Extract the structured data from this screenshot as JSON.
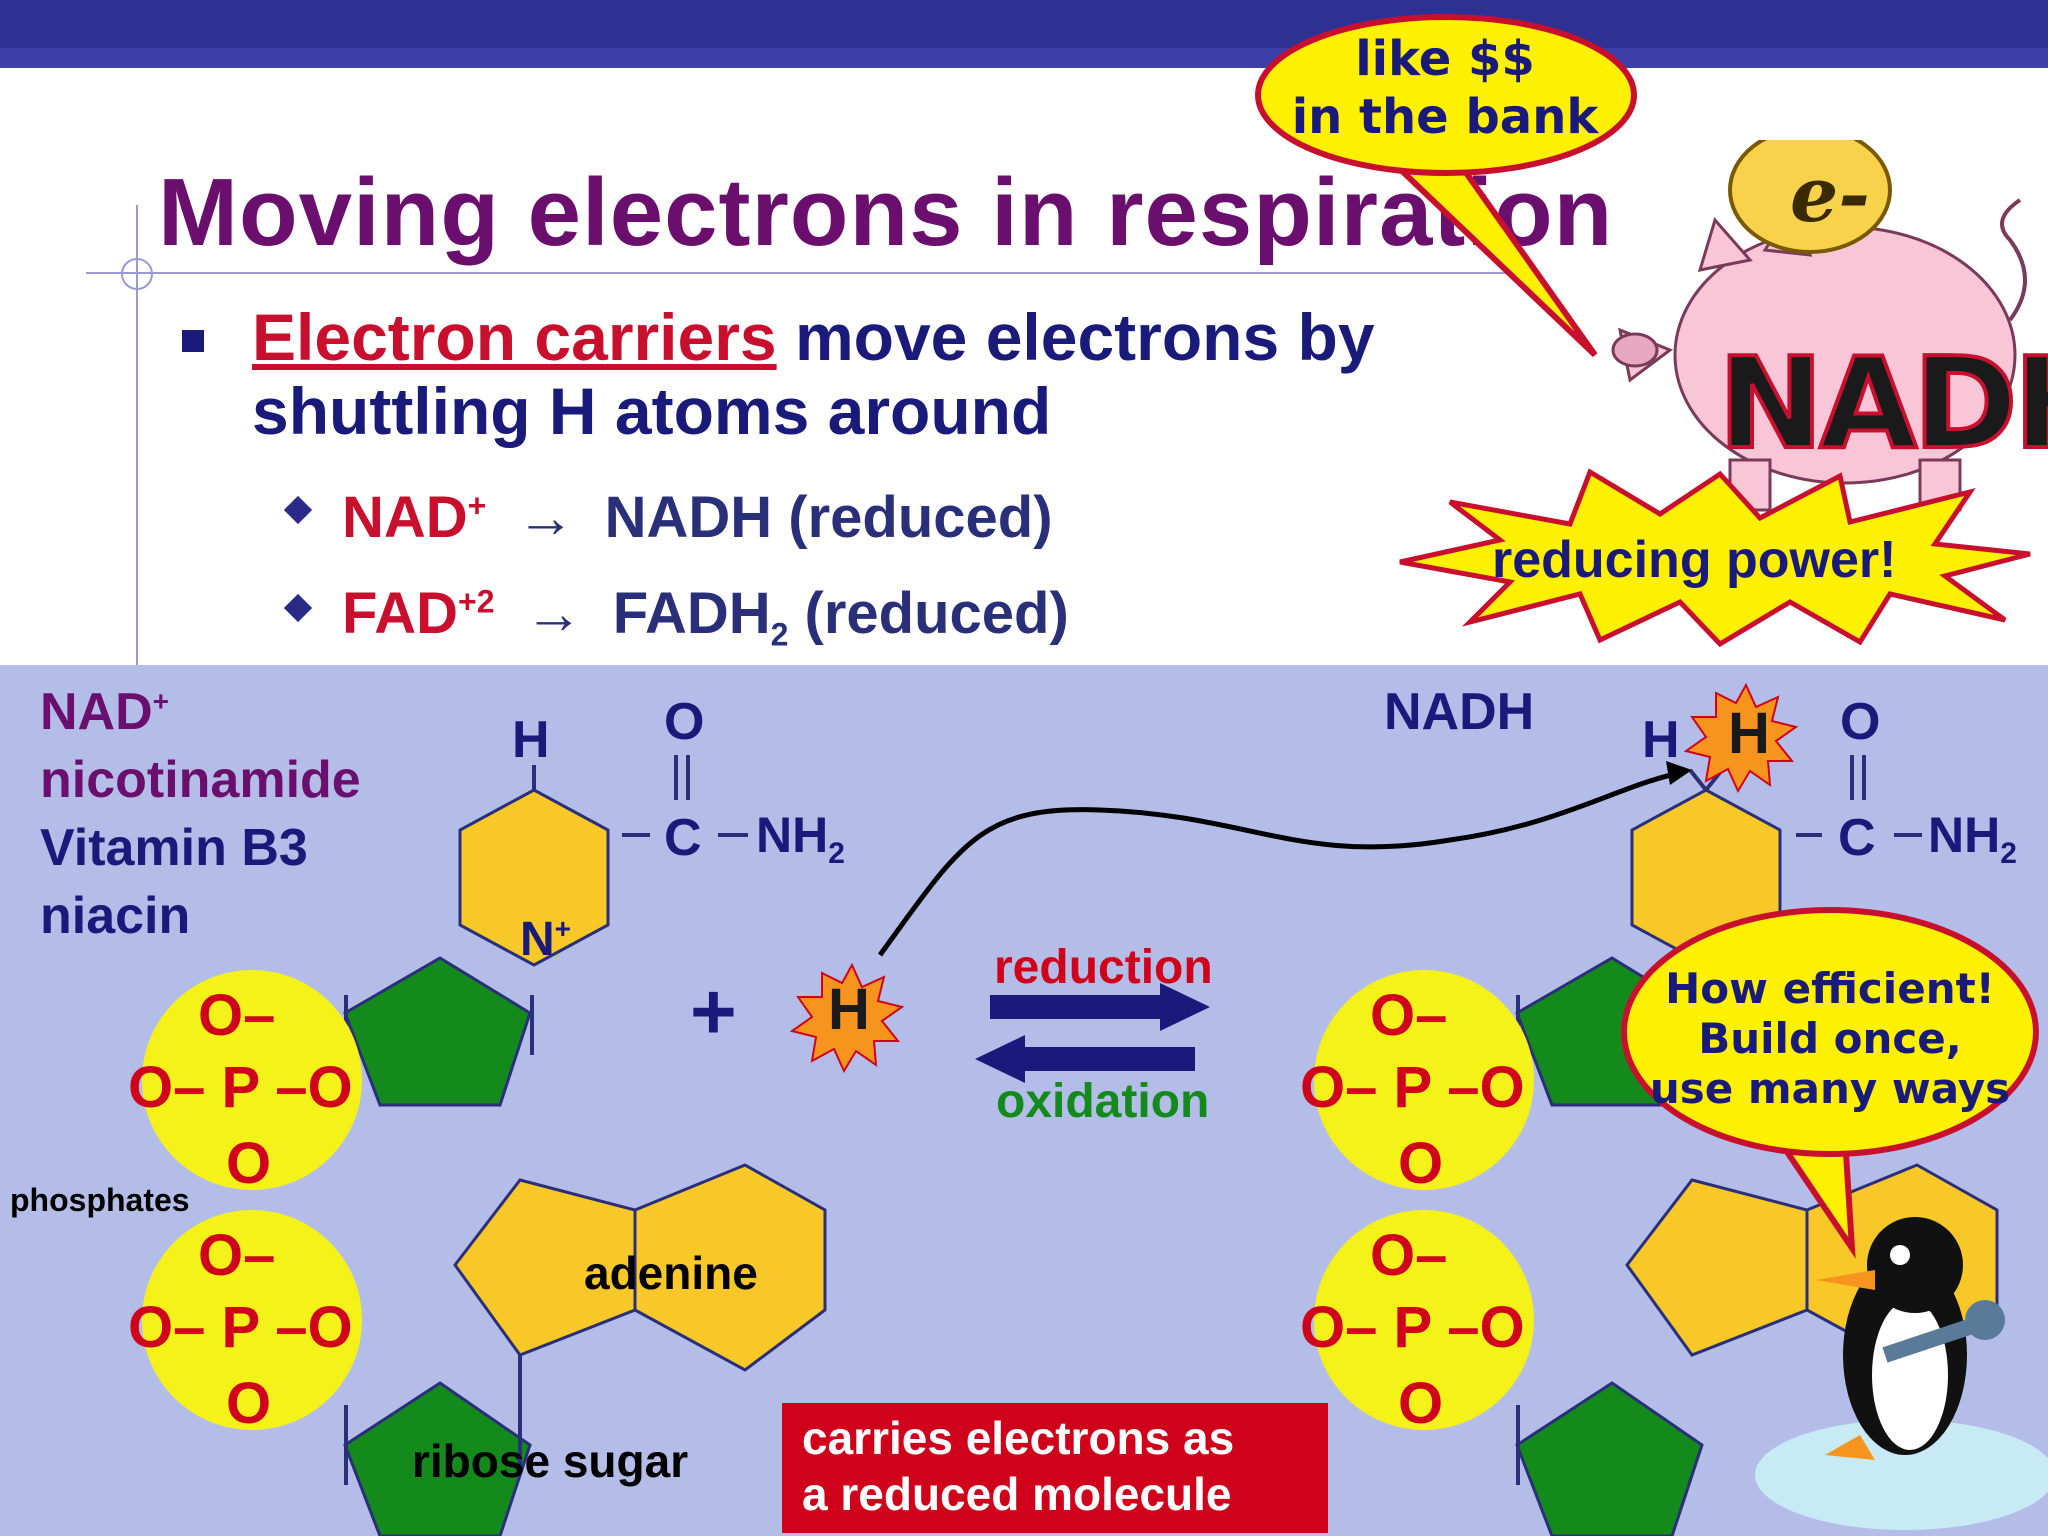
{
  "slide": {
    "title": "Moving electrons in respiration",
    "bullet": {
      "highlight": "Electron carriers",
      "line1_rest": " move electrons by",
      "line2": "shuttling H atoms around"
    },
    "sub_bullets": [
      {
        "from": "NAD",
        "from_sup": "+",
        "arrow": "→",
        "to": "NADH (reduced)"
      },
      {
        "from": "FAD",
        "from_sup": "+2",
        "arrow": "→",
        "to_a": "FADH",
        "to_sub": "2",
        "to_b": " (reduced)"
      }
    ],
    "bubble_bank": {
      "line1": "like $$",
      "line2": "in the bank"
    },
    "coin_label": "e-",
    "pig_label": "NADH",
    "burst_label": "reducing power!",
    "left_labels": {
      "nad": "NAD",
      "nad_sup": "+",
      "nicotinamide": "nicotinamide",
      "vitamin": "Vitamin B3",
      "niacin": "niacin"
    },
    "right_label": "NADH",
    "ring_atoms": {
      "h": "H",
      "o": "O",
      "c": "C",
      "nh2": "NH",
      "nh2_sub": "2",
      "n": "N",
      "n_sup": "+"
    },
    "phosphate": {
      "o_minus": "O–",
      "row": "O– P –O",
      "o": "O"
    },
    "phosphates_label": "phosphates",
    "adenine_label": "adenine",
    "ribose_label": "ribose sugar",
    "plus_sign": "+",
    "h_atom": "H",
    "reduction_label": "reduction",
    "oxidation_label": "oxidation",
    "caption": {
      "line1": "carries electrons as",
      "line2": "a reduced molecule"
    },
    "bubble_efficient": {
      "line1": "How efficient!",
      "line2": "Build once,",
      "line3": "use many ways"
    },
    "colors": {
      "title": "#6b0f6e",
      "text": "#1a1a7a",
      "red": "#c8102e",
      "panel": "#b4bde8",
      "phosphate": "#f5f21a",
      "ring": "#f8c828",
      "pentagon": "#138a1b"
    }
  }
}
